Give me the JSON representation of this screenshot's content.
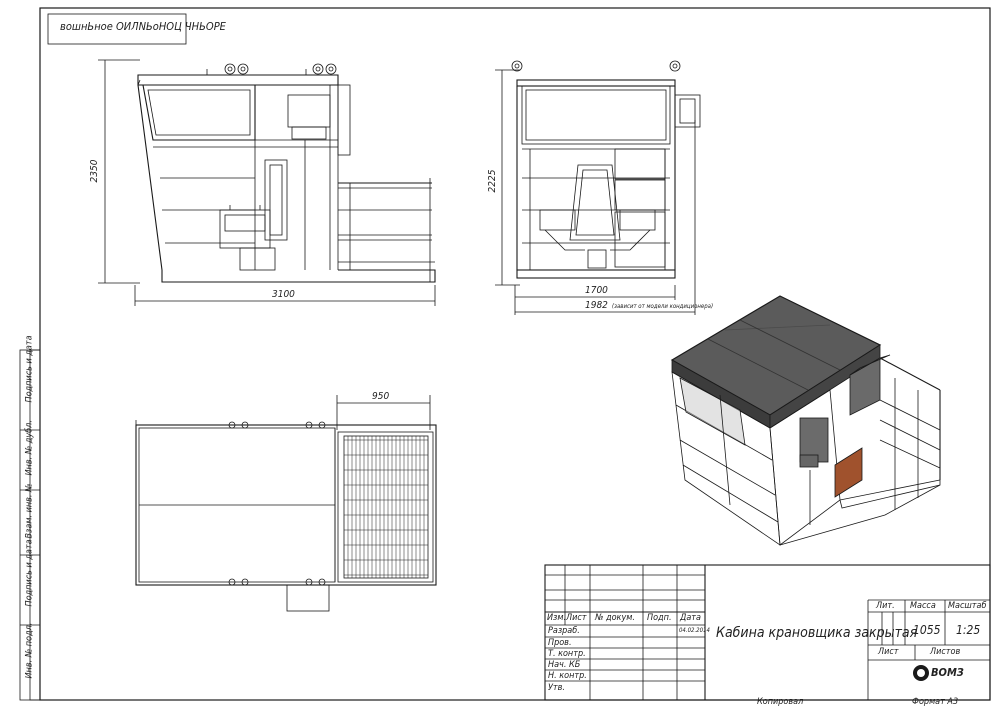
{
  "sheet": {
    "top_note": "вошнЬное ОИЛNЬоНОЦ ЧНЬОРЕ",
    "side_margin": [
      "Подпись и дата",
      "Инв. № дубл.",
      "Взам. инв. №",
      "Подпись и дата",
      "Инв. № подл."
    ],
    "bottom_left": "Копировал",
    "format": "Формат А3"
  },
  "dimensions": {
    "side_height": "2350",
    "side_length": "3100",
    "front_height": "2225",
    "front_width": "1700",
    "front_width_ac": "1982",
    "front_width_ac_note": "(зависит от модели кондиционера)",
    "plan_platform": "950"
  },
  "title_block": {
    "title": "Кабина крановщика закрытая",
    "col_headers": [
      "Изм.",
      "Лист",
      "№ докум.",
      "Подп.",
      "Дата"
    ],
    "date": "04.02.2014",
    "roles": [
      "Разраб.",
      "Пров.",
      "Т. контр.",
      "Нач. КБ",
      "Н. контр.",
      "Утв."
    ],
    "lit_label": "Лит.",
    "mass_label": "Масса",
    "scale_label": "Масштаб",
    "mass": "1055",
    "scale": "1:25",
    "sheet_label": "Лист",
    "sheets_label": "Листов",
    "company": "ВОМЗ"
  },
  "colors": {
    "line": "#1a1a1a",
    "roof": "#5b5b5b",
    "floor": "#a0522d"
  }
}
